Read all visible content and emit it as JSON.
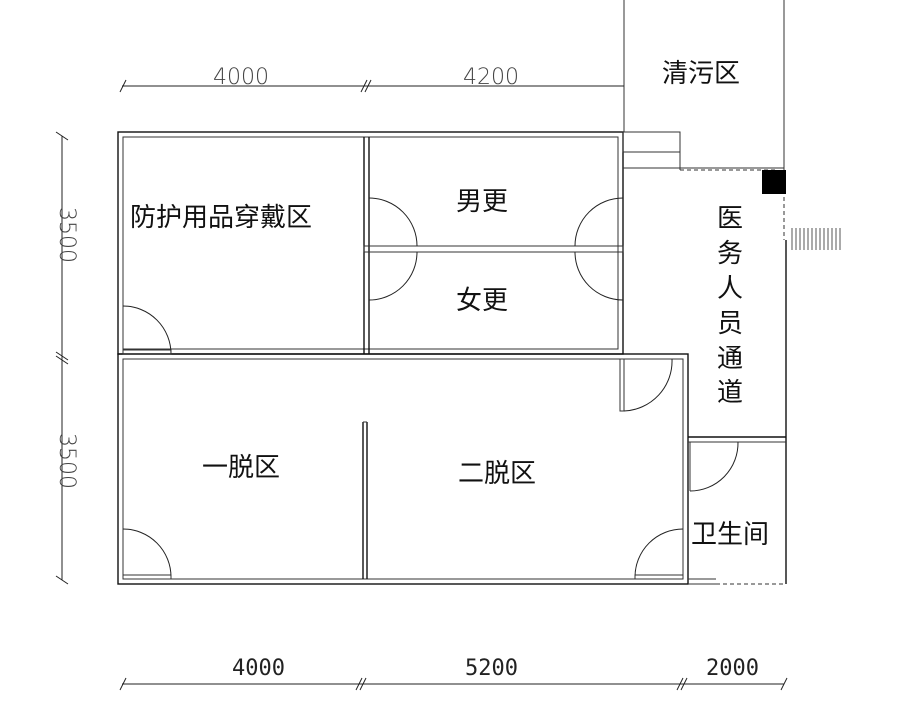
{
  "rooms": {
    "qingwu": "清污区",
    "fanghu": "防护用品穿戴区",
    "nangeng": "男更",
    "nvgeng": "女更",
    "yitong": [
      "医",
      "务",
      "人",
      "员",
      "通",
      "道"
    ],
    "yituo": "一脱区",
    "erituo": "二脱区",
    "weisheng": "卫生间"
  },
  "dimensions": {
    "top": [
      "4000",
      "4200"
    ],
    "bottom": [
      "4000",
      "5200",
      "2000"
    ],
    "left": [
      "3500",
      "3500"
    ]
  }
}
